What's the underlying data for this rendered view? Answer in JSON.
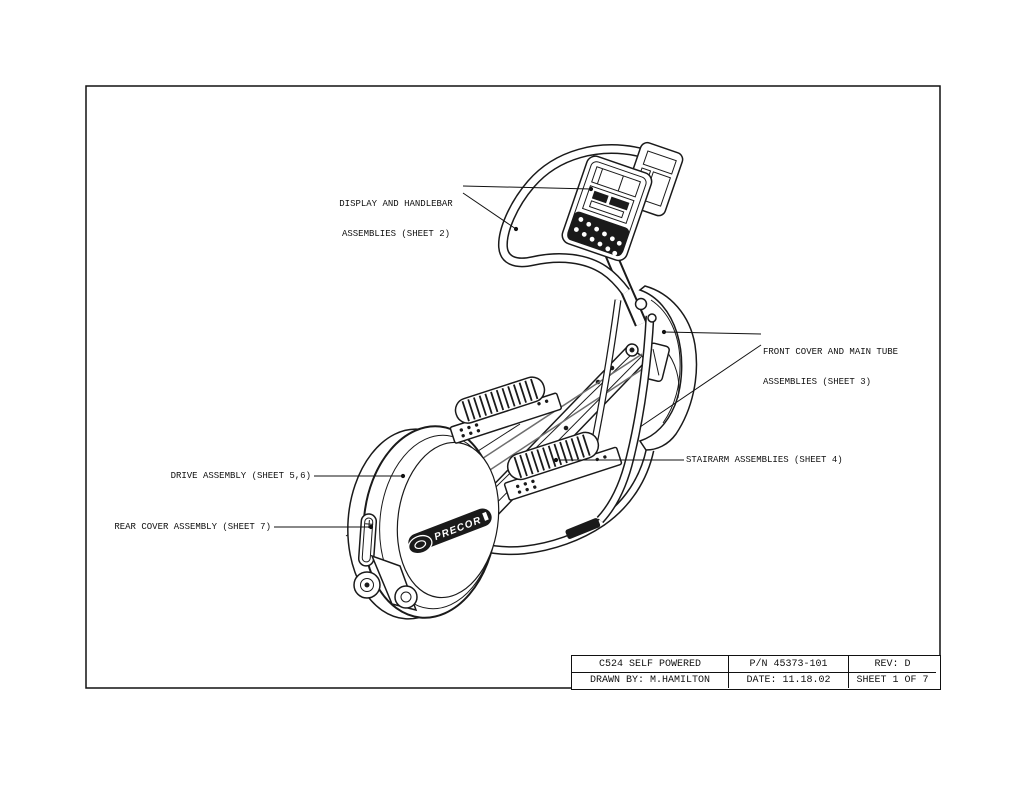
{
  "drawing": {
    "callouts": {
      "display": {
        "line1": "DISPLAY AND HANDLEBAR",
        "line2": "ASSEMBLIES (SHEET 2)"
      },
      "front_cover": {
        "line1": "FRONT COVER AND MAIN TUBE",
        "line2": "ASSEMBLIES (SHEET 3)"
      },
      "stairarm": {
        "label": "STAIRARM ASSEMBLIES (SHEET 4)"
      },
      "drive": {
        "label": "DRIVE ASSEMBLY (SHEET 5,6)"
      },
      "rear_cover": {
        "label": "REAR COVER ASSEMBLY (SHEET 7)"
      }
    },
    "title_block": {
      "model": "C524 SELF POWERED",
      "part_number": "P/N 45373-101",
      "revision": "REV: D",
      "drawn_by": "DRAWN BY: M.HAMILTON",
      "date": "DATE: 11.18.02",
      "sheet": "SHEET 1 OF 7"
    },
    "brand": "PRECOR",
    "colors": {
      "line": "#1a1a1a",
      "background": "#ffffff",
      "badge": "#1a1a1a"
    }
  }
}
